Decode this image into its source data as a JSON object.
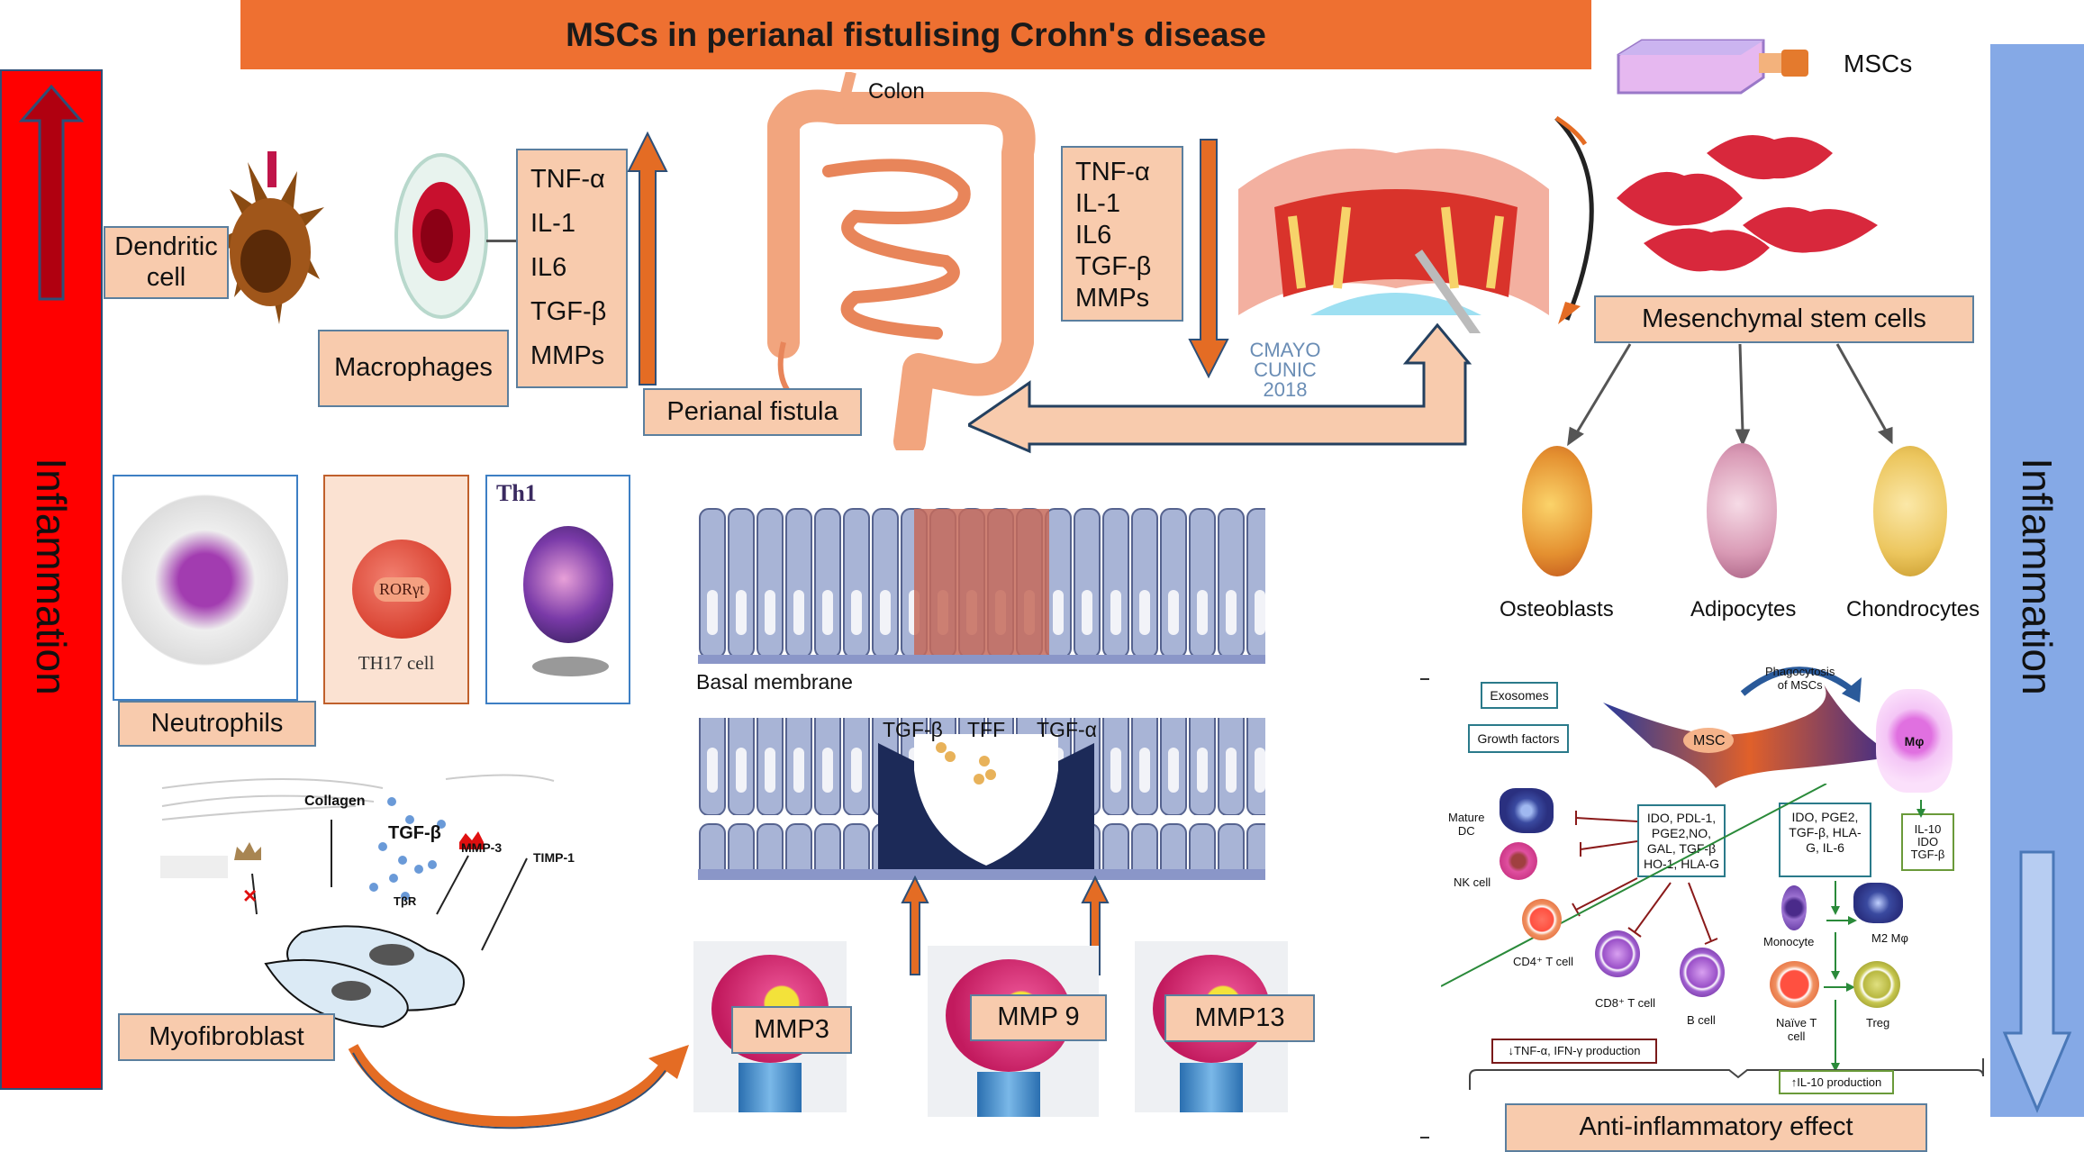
{
  "title": "MSCs in perianal fistulising Crohn's disease",
  "side_left": {
    "label": "Inflammation",
    "color": "#ff0000",
    "arrow": "up"
  },
  "side_right": {
    "label": "Inflammation",
    "color": "#85a9e6",
    "arrow": "down"
  },
  "colors": {
    "title_bar": "#ee7031",
    "label_fill": "#f8cbad",
    "label_border": "#5b7f9e",
    "arrow_orange": "#e46c24"
  },
  "labels": {
    "dendritic_cell": "Dendritic cell",
    "macrophages": "Macrophages",
    "perianal_fistula": "Perianal fistula",
    "mesenchymal_stem_cells": "Mesenchymal stem cells",
    "neutrophils": "Neutrophils",
    "myofibroblast": "Myofibroblast",
    "mmp3": "MMP3",
    "mmp9": "MMP 9",
    "mmp13": "MMP13",
    "anti_inflammatory": "Anti-inflammatory effect"
  },
  "cytokines_left": [
    "TNF-α",
    "IL-1",
    "IL6",
    "TGF-β",
    "MMPs"
  ],
  "cytokines_right": [
    "TNF-α",
    "IL-1",
    "IL6",
    "TGF-β",
    "MMPs"
  ],
  "colon": {
    "label": "Colon",
    "watermark": [
      "CMAYO",
      "CUNIC",
      "2018"
    ]
  },
  "msc_flask": "MSCs",
  "th17": {
    "marker": "RORγt",
    "name": "TH17 cell"
  },
  "th1": "Th1",
  "differentiation": [
    "Osteoblasts",
    "Adipocytes",
    "Chondrocytes"
  ],
  "epithelium": {
    "basal_membrane": "Basal membrane",
    "factors": [
      "TGF-β",
      "TFF",
      "TGF-α"
    ]
  },
  "myofibroblast_scene": {
    "collagen": "Collagen",
    "tgfb": "TGF-β",
    "mmp3": "MMP-3",
    "timp1": "TIMP-1",
    "receptor": "TβR"
  },
  "immuno": {
    "exosomes": "Exosomes",
    "growth_factors": "Growth factors",
    "msc": "MSC",
    "phagocytosis": [
      "Phagocytosis",
      "of MSCs"
    ],
    "macrophage": "Mφ",
    "box_left": [
      "IDO, PDL-1,",
      "PGE2,NO,",
      "GAL, TGF-β",
      "HO-1, HLA-G"
    ],
    "box_right": [
      "IDO, PGE2,",
      "TGF-β, HLA-",
      "G, IL-6"
    ],
    "box_mac": [
      "IL-10",
      "IDO",
      "TGF-β"
    ],
    "cells": {
      "mature_dc": [
        "Mature",
        "DC"
      ],
      "nk": "NK cell",
      "cd4": "CD4⁺ T cell",
      "cd8": "CD8⁺ T cell",
      "b": "B cell",
      "monocyte": "Monocyte",
      "m2": "M2 Mφ",
      "naive_t": [
        "Naïve T",
        "cell"
      ],
      "treg": "Treg"
    },
    "tnf_box": "TNF-α, IFN-γ production",
    "il10_box": "IL-10 production"
  }
}
